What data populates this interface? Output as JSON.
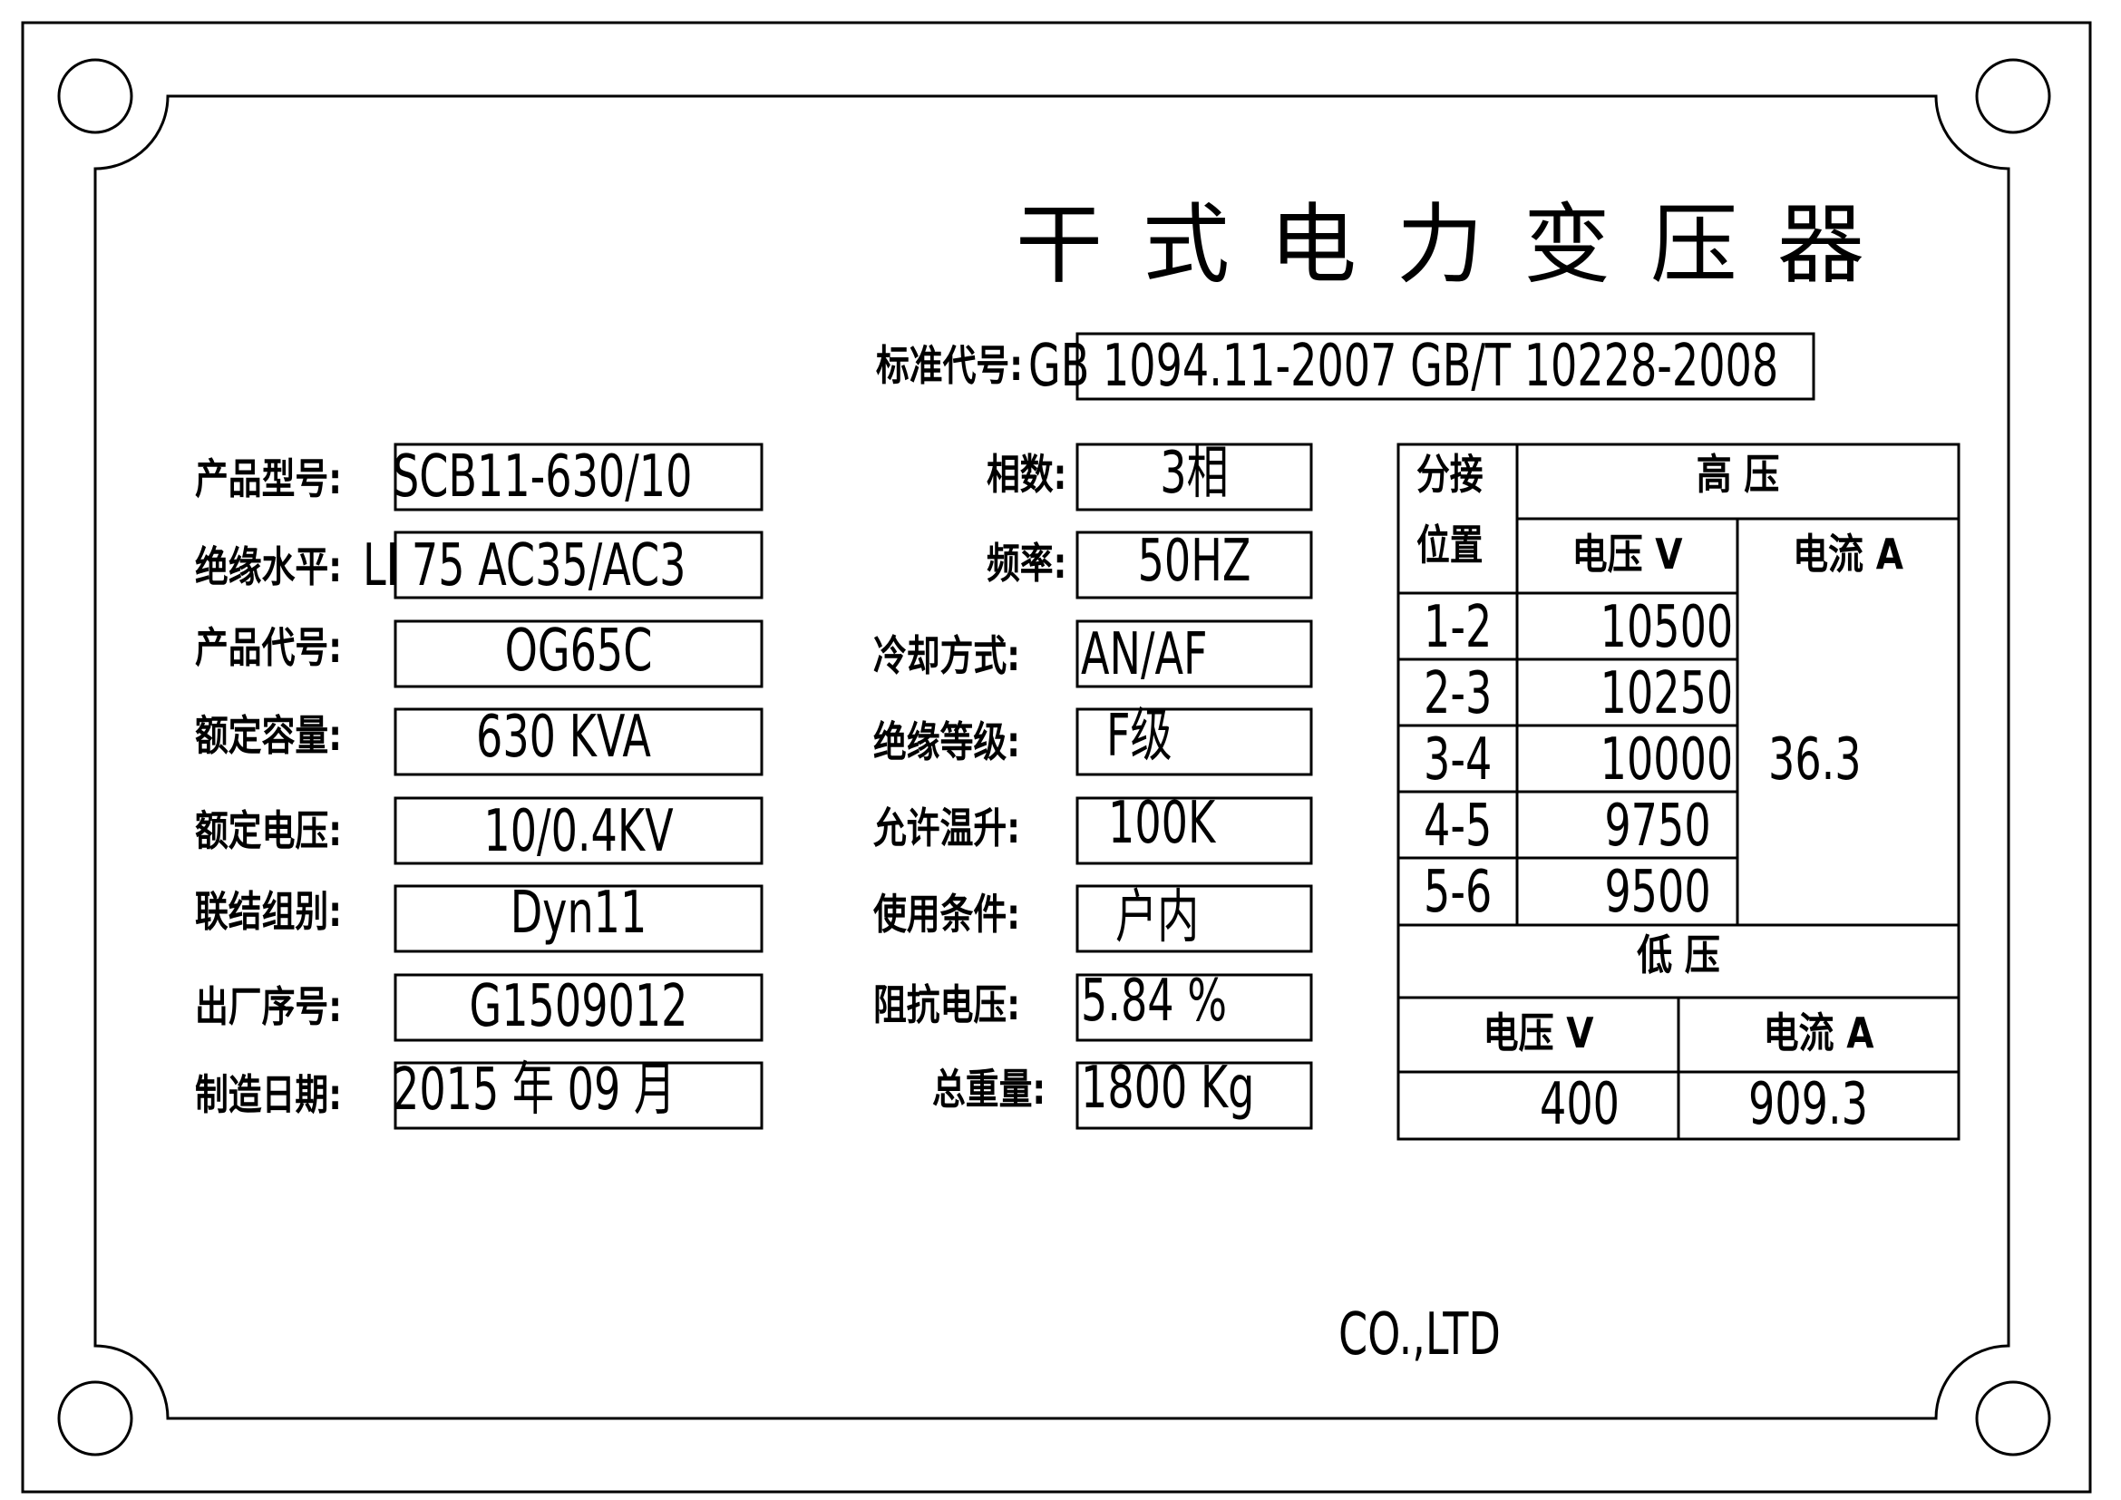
{
  "title": "干式电力变压器",
  "standard": {
    "label": "标准代号:",
    "value": "GB 1094.11-2007 GB/T 10228-2008"
  },
  "left_fields": [
    {
      "label": "产品型号:",
      "value": "SCB11-630/10"
    },
    {
      "label": "绝缘水平:",
      "value": "LI 75 AC35/AC3"
    },
    {
      "label": "产品代号:",
      "value": "OG65C"
    },
    {
      "label": "额定容量:",
      "value": "630  KVA"
    },
    {
      "label": "额定电压:",
      "value": "10/0.4KV"
    },
    {
      "label": "联结组别:",
      "value": "Dyn11"
    },
    {
      "label": "出厂序号:",
      "value": "G1509012"
    },
    {
      "label": "制造日期:",
      "value": "2015 年 09 月"
    }
  ],
  "mid_fields": [
    {
      "label": "相数:",
      "value": "3相"
    },
    {
      "label": "频率:",
      "value": "50HZ"
    },
    {
      "label": "冷却方式:",
      "value": "AN/AF"
    },
    {
      "label": "绝缘等级:",
      "value": "F级"
    },
    {
      "label": "允许温升:",
      "value": "100K"
    },
    {
      "label": "使用条件:",
      "value": "户内"
    },
    {
      "label": "阻抗电压:",
      "value": "5.84 %"
    },
    {
      "label": "总重量:",
      "value": "1800 Kg"
    }
  ],
  "tap_table": {
    "tap_header_1": "分接",
    "tap_header_2": "位置",
    "hv_header": "高    压",
    "voltage_header": "电压 V",
    "current_header": "电流 A",
    "rows": [
      {
        "tap": "1-2",
        "voltage": "10500"
      },
      {
        "tap": "2-3",
        "voltage": "10250"
      },
      {
        "tap": "3-4",
        "voltage": "10000"
      },
      {
        "tap": "4-5",
        "voltage": "9750"
      },
      {
        "tap": "5-6",
        "voltage": "9500"
      }
    ],
    "hv_current": "36.3",
    "lv_header": "低    压",
    "lv_voltage_header": "电压 V",
    "lv_current_header": "电流 A",
    "lv_voltage": "400",
    "lv_current": "909.3"
  },
  "company": "CO.,LTD"
}
